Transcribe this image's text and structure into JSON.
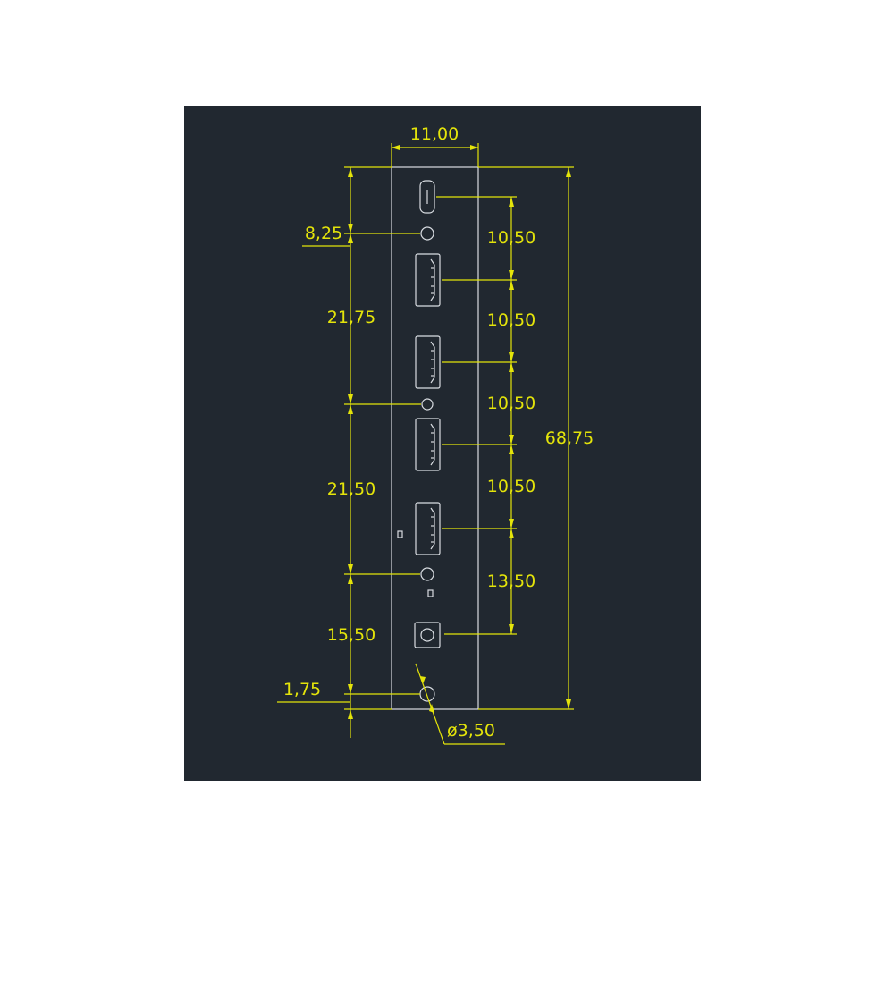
{
  "drawing": {
    "dimensions": {
      "width_top": "11,00",
      "total_height": "68,75",
      "left_top_offset": "8,25",
      "left_span_1": "21,75",
      "left_span_2": "21,50",
      "left_span_3": "15,50",
      "left_bottom_offset": "1,75",
      "right_pitch_1": "10,50",
      "right_pitch_2": "10,50",
      "right_pitch_3": "10,50",
      "right_pitch_4": "10,50",
      "right_pitch_5": "13,50",
      "hole_diameter": "ø3,50"
    },
    "colors": {
      "background": "#212830",
      "dimension": "#e4e40a",
      "outline": "#d9dde2"
    }
  }
}
